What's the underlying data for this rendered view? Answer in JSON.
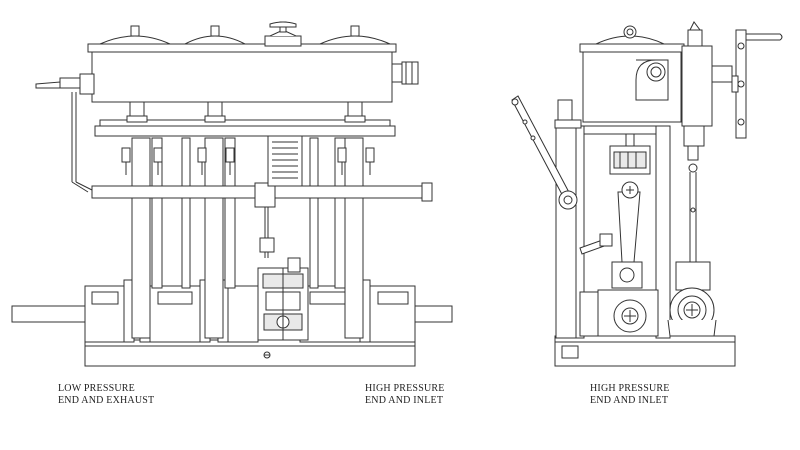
{
  "labels": {
    "left_caption": {
      "line1": "LOW PRESSURE",
      "line2": "END AND EXHAUST"
    },
    "center_caption": {
      "line1": "HIGH PRESSURE",
      "line2": "END AND INLET"
    },
    "right_caption": {
      "line1": "HIGH PRESSURE",
      "line2": "END AND INLET"
    }
  },
  "colors": {
    "line": "#333333",
    "background": "#ffffff",
    "shade": "#e9e9e9"
  }
}
